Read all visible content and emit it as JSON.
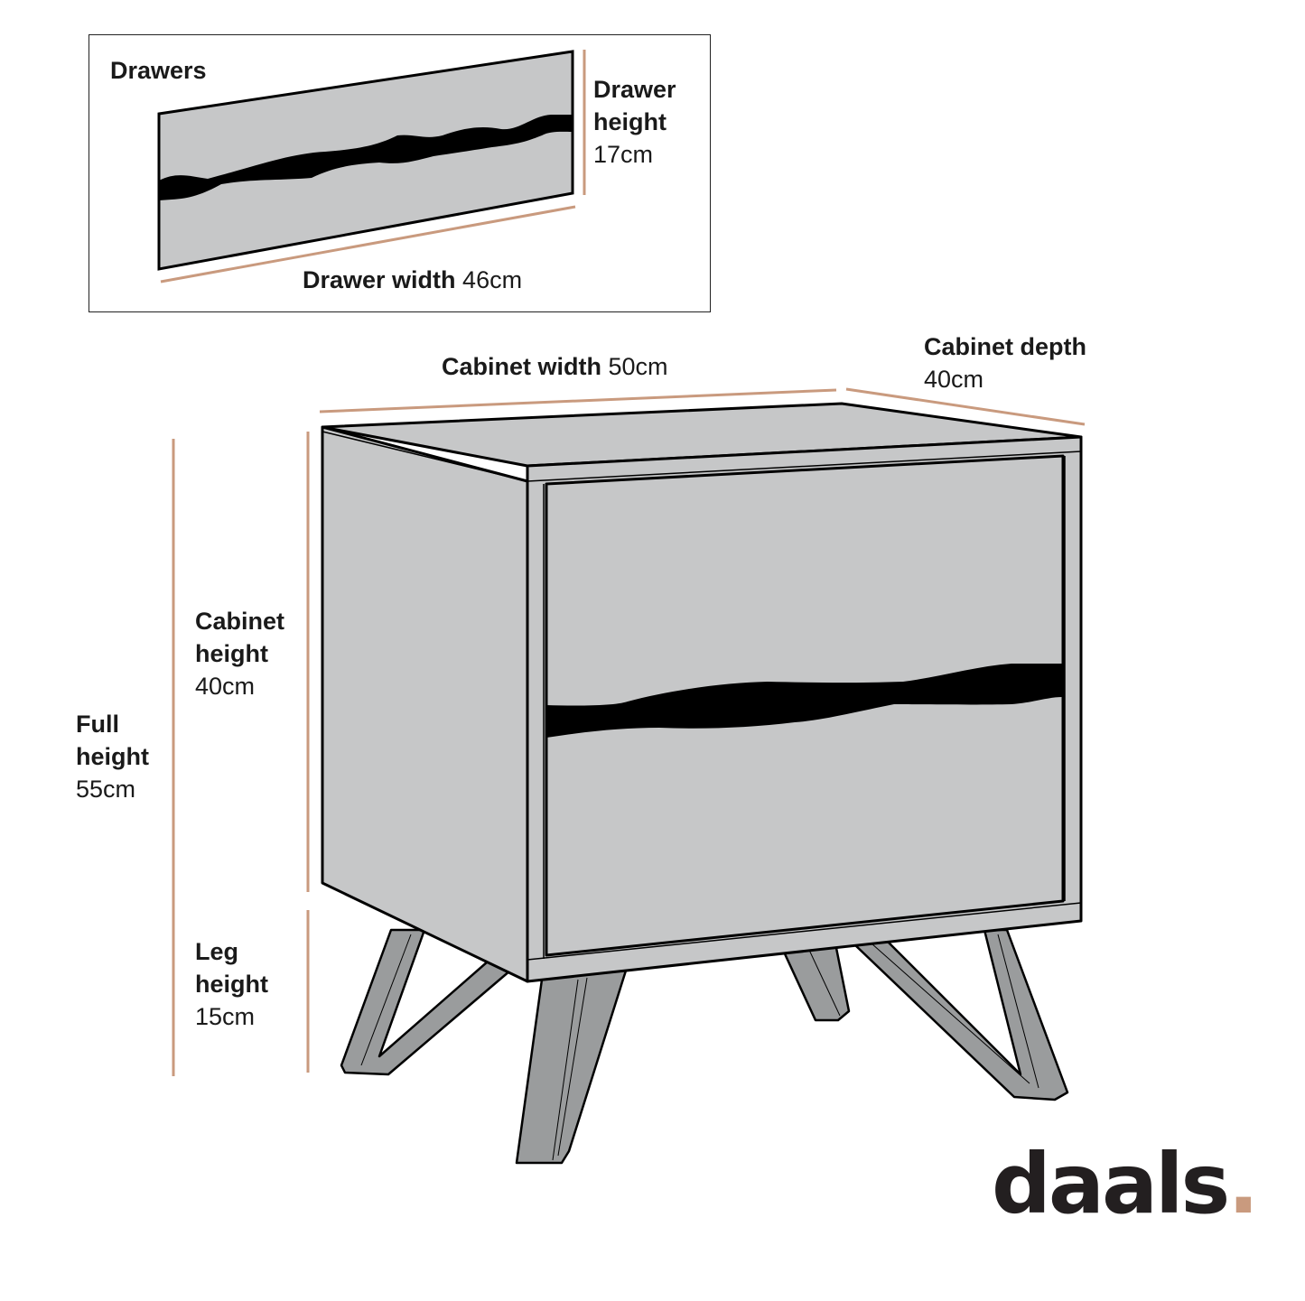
{
  "colors": {
    "dimension_line": "#c99a7e",
    "panel_fill": "#c6c7c8",
    "leg_fill": "#9a9c9d",
    "outline": "#000000",
    "handle": "#000000",
    "logo_text": "#231f20",
    "logo_dot": "#c99a7e"
  },
  "inset": {
    "title": "Drawers",
    "drawer_height": {
      "label_line1": "Drawer",
      "label_line2": "height",
      "value": "17cm"
    },
    "drawer_width": {
      "label": "Drawer width",
      "value": "46cm"
    }
  },
  "dimensions": {
    "cabinet_width": {
      "label": "Cabinet width",
      "value": "50cm"
    },
    "cabinet_depth": {
      "label": "Cabinet depth",
      "value": "40cm"
    },
    "cabinet_height": {
      "label_line1": "Cabinet",
      "label_line2": "height",
      "value": "40cm"
    },
    "full_height": {
      "label_line1": "Full",
      "label_line2": "height",
      "value": "55cm"
    },
    "leg_height": {
      "label_line1": "Leg",
      "label_line2": "height",
      "value": "15cm"
    }
  },
  "brand": {
    "name": "daals",
    "dot": "."
  }
}
